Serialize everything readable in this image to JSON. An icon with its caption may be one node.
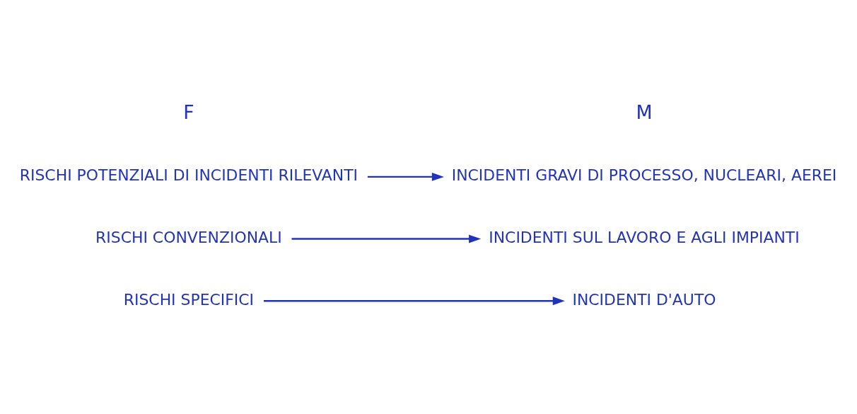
{
  "diagram": {
    "nodes": [
      {
        "text": [
          "RISCHI SPECIFICI"
        ]
      },
      {
        "text": [
          "INCIDENTI D'AUTO"
        ]
      },
      {
        "text": [
          "RISCHI CONVENZIONALI"
        ]
      },
      {
        "text": [
          "INCIDENTI SUL LAVORO E AGLI IMPIANTI"
        ]
      },
      {
        "text": [
          "RISCHI POTENZIALI DI INCIDENTI RILEVANTI"
        ]
      },
      {
        "text": [
          "INCIDENTI GRAVI DI PROCESSO, NUCLEARI, AEREI"
        ]
      }
    ],
    "edges": [
      {
        "from": 0,
        "to": 1,
        "arrow": "to"
      },
      {
        "from": 2,
        "to": 3,
        "arrow": "to"
      },
      {
        "from": 4,
        "to": 5,
        "arrow": "to"
      }
    ],
    "labels": [
      "F",
      "M"
    ]
  }
}
